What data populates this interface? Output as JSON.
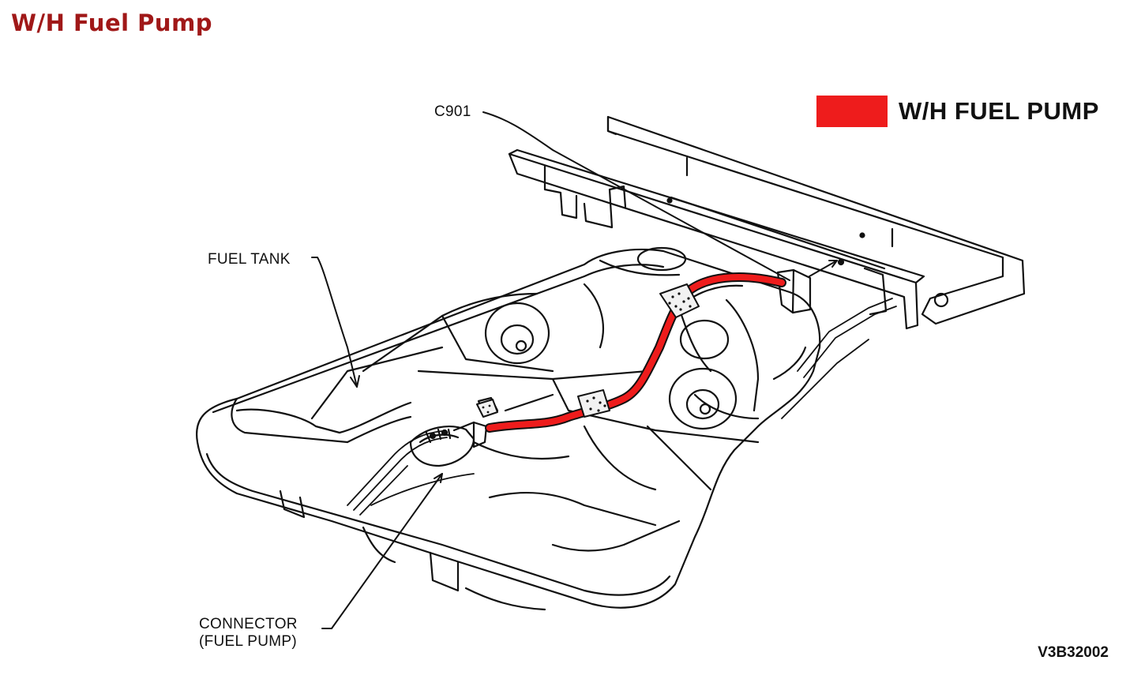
{
  "header": {
    "title": "W/H Fuel Pump"
  },
  "legend": {
    "label": "W/H FUEL PUMP",
    "color": "#ee1c1c"
  },
  "callouts": {
    "c901": "C901",
    "fuel_tank": "FUEL TANK",
    "connector_line1": "CONNECTOR",
    "connector_line2": "(FUEL PUMP)"
  },
  "diagram_id": "V3B32002",
  "colors": {
    "title": "#a01818",
    "harness": "#ee1c1c",
    "line": "#111111"
  }
}
